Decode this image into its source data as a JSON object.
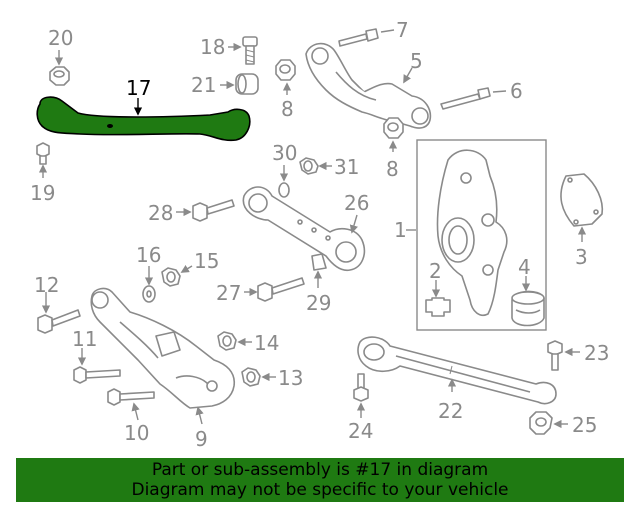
{
  "colors": {
    "highlight": "#1f7a12",
    "banner": "#1f7a12",
    "line": "#8a8a8a"
  },
  "labels": {
    "p1": "1",
    "p2": "2",
    "p3": "3",
    "p4": "4",
    "p5": "5",
    "p6": "6",
    "p7": "7",
    "p8a": "8",
    "p8b": "8",
    "p9": "9",
    "p10": "10",
    "p11": "11",
    "p12": "12",
    "p13": "13",
    "p14": "14",
    "p15": "15",
    "p16": "16",
    "p17": "17",
    "p18": "18",
    "p19": "19",
    "p20": "20",
    "p21": "21",
    "p22": "22",
    "p23": "23",
    "p24": "24",
    "p25": "25",
    "p26": "26",
    "p27": "27",
    "p28": "28",
    "p29": "29",
    "p30": "30",
    "p31": "31"
  },
  "banner": {
    "line1": "Part or sub-assembly is #17 in diagram",
    "line2": "Diagram may not be specific to your vehicle"
  }
}
